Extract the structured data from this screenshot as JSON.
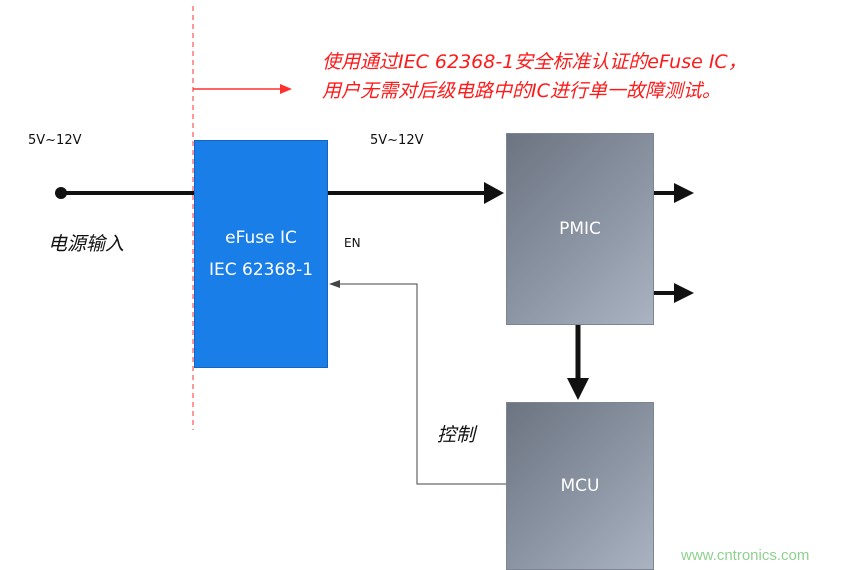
{
  "annotation": {
    "line1": "使用通过IEC 62368-1安全标准认证的eFuse IC，",
    "line2": "用户无需对后级电路中的IC进行单一故障测试。",
    "color": "#ff1a1a"
  },
  "input": {
    "voltage": "5V~12V",
    "label": "电源输入"
  },
  "efuse": {
    "line1": "eFuse IC",
    "line2": "IEC 62368-1",
    "color": "#1a7ee8"
  },
  "output_voltage": "5V~12V",
  "pmic": {
    "label": "PMIC"
  },
  "mcu": {
    "label": "MCU"
  },
  "enable_label": "EN",
  "control_label": "控制",
  "watermark": "www.cntronics.com"
}
